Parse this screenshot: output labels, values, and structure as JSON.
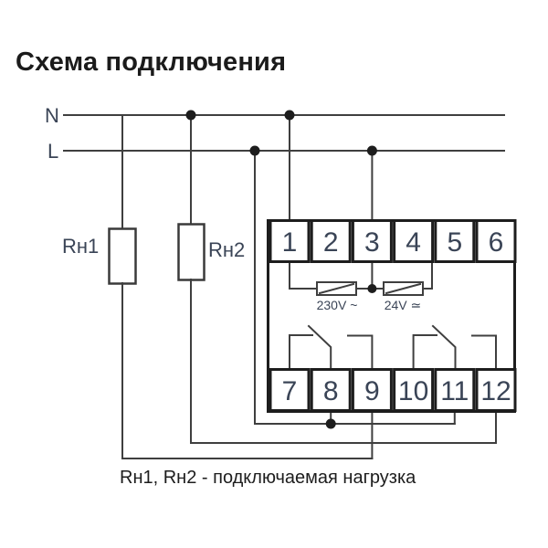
{
  "title": "Схема подключения",
  "caption": "Rн1, Rн2 - подключаемая нагрузка",
  "buses": {
    "neutral": "N",
    "line": "L"
  },
  "loads": {
    "load1": "Rн1",
    "load2": "Rн2"
  },
  "device": {
    "top_terminals": [
      "1",
      "2",
      "3",
      "4",
      "5",
      "6"
    ],
    "bottom_terminals": [
      "7",
      "8",
      "9",
      "10",
      "11",
      "12"
    ],
    "supply_230": "230V ~",
    "supply_24": "24V ≃"
  },
  "colors": {
    "wire": "#3f3f3f",
    "outline": "#1d1d1d",
    "diagram_label": "#3a4456",
    "text": "#1b1b1b"
  }
}
